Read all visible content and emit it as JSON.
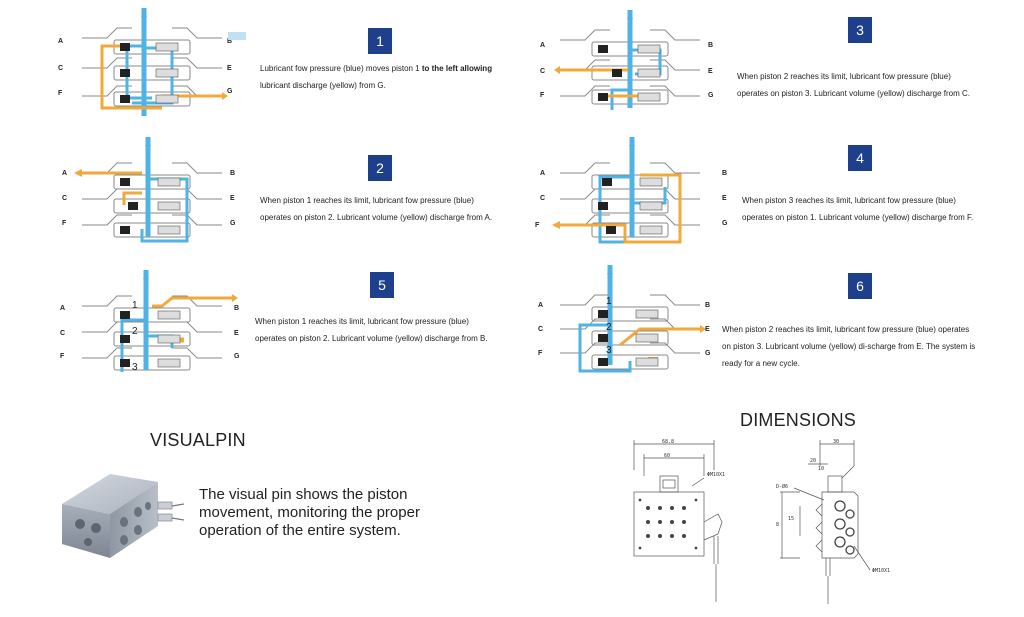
{
  "letters": {
    "a": "A",
    "b": "B",
    "c": "C",
    "e": "E",
    "f": "F",
    "g": "G"
  },
  "colors": {
    "blue": "#4fb3e6",
    "yellow": "#f0a93a",
    "badge": "#1e3f8c",
    "line": "#8a8a8a"
  },
  "steps": [
    {
      "num": "1",
      "text_pre": "Lubricant fow pressure (blue) moves piston 1 ",
      "text_bold": "to the left allowing",
      "text_post": "lubricant discharge (yellow) from G."
    },
    {
      "num": "2",
      "line1": "When piston 1 reaches its limit, lubricant fow pressure (blue)",
      "line2": "operates on piston 2. Lubricant volume (yellow) discharge from A."
    },
    {
      "num": "3",
      "line1": "When piston 2 reaches its limit, lubricant fow pressure (blue)",
      "line2": "operates on piston 3. Lubricant volume (yellow) discharge from C."
    },
    {
      "num": "4",
      "line1": "When piston 3 reaches its limit, lubricant fow pressure (blue)",
      "line2": "operates on piston 1. Lubricant volume (yellow) discharge from F."
    },
    {
      "num": "5",
      "line1": "When piston 1 reaches its limit, lubricant fow pressure (blue)",
      "line2": "operates on piston 2. Lubricant volume (yellow) discharge from B."
    },
    {
      "num": "6",
      "line1": "When piston 2 reaches its limit, lubricant fow pressure (blue) operates",
      "line2": "on piston 3. Lubricant volume (yellow) di-scharge from E. The system is",
      "line3": "ready for a new cycle."
    }
  ],
  "piston_labels": [
    "1",
    "2",
    "3"
  ],
  "visualpin": {
    "title": "VISUALPIN",
    "line1": "The visual pin shows the piston",
    "line2": "movement, monitoring the proper",
    "line3": "operation of the entire system."
  },
  "dimensions": {
    "title": "DIMENSIONS",
    "dim1": "68.8",
    "dim2": "60",
    "dim3": "30",
    "dim4": "20",
    "dim5": "15",
    "dim6": "10",
    "dim7": "8",
    "thread": "ΦM10X1",
    "port": "D-Ø6"
  }
}
